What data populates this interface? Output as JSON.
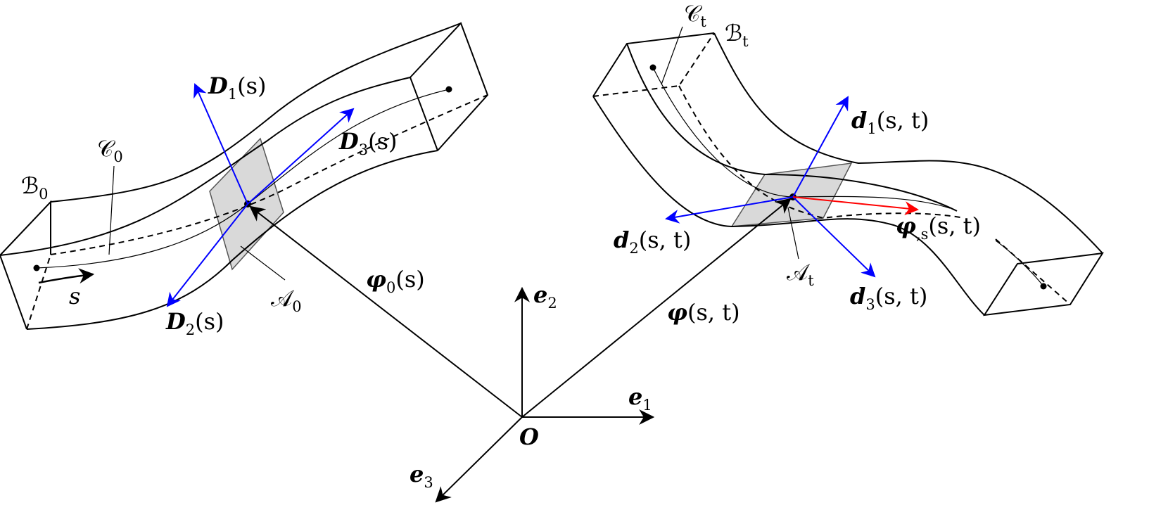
{
  "reference": {
    "B0": {
      "sym": "ℬ",
      "sub": "0"
    },
    "C0": {
      "sym": "𝒞",
      "sub": "0"
    },
    "A0": {
      "sym": "𝒜",
      "sub": "0"
    },
    "s": "s",
    "D1": {
      "sym": "D",
      "sub": "1",
      "arg": "(s)"
    },
    "D2": {
      "sym": "D",
      "sub": "2",
      "arg": "(s)"
    },
    "D3": {
      "sym": "D",
      "sub": "3",
      "arg": "(s)"
    },
    "phi0": {
      "sym": "φ",
      "sub": "0",
      "arg": "(s)"
    }
  },
  "current": {
    "Bt": {
      "sym": "ℬ",
      "sub": "t"
    },
    "Ct": {
      "sym": "𝒞",
      "sub": "t"
    },
    "At": {
      "sym": "𝒜",
      "sub": "t"
    },
    "d1": {
      "sym": "d",
      "sub": "1",
      "arg": "(s, t)"
    },
    "d2": {
      "sym": "d",
      "sub": "2",
      "arg": "(s, t)"
    },
    "d3": {
      "sym": "d",
      "sub": "3",
      "arg": "(s, t)"
    },
    "phis": {
      "sym": "φ",
      "sub": ",s",
      "arg": "(s, t)"
    },
    "phi": {
      "sym": "φ",
      "arg": "(s, t)"
    }
  },
  "frame": {
    "origin": "O",
    "e1": {
      "sym": "e",
      "sub": "1"
    },
    "e2": {
      "sym": "e",
      "sub": "2"
    },
    "e3": {
      "sym": "e",
      "sub": "3"
    }
  },
  "colors": {
    "line": "#000000",
    "director": "#0000ff",
    "tangent": "#ff0000",
    "cross_section_fill": "#d9d9d9"
  }
}
